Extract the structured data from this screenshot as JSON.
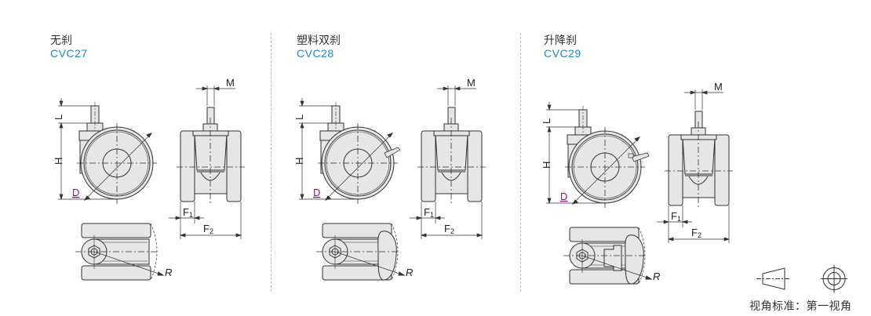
{
  "products": [
    {
      "title": "无刹",
      "code": "CVC27",
      "brake": "none"
    },
    {
      "title": "塑料双刹",
      "code": "CVC28",
      "brake": "plastic-double"
    },
    {
      "title": "升降刹",
      "code": "CVC29",
      "brake": "lift"
    }
  ],
  "dimension_labels": {
    "L": "L",
    "H": "H",
    "D": "D",
    "M": "M",
    "F1": "F",
    "F1_sub": "1",
    "F2": "F",
    "F2_sub": "2",
    "R": "R"
  },
  "projection": {
    "label": "视角标准：第一视角"
  },
  "colors": {
    "code_text": "#1e87c8",
    "title_text": "#333333",
    "D_label": "#8a1a7a",
    "part_fill": "#e6e6e6",
    "line": "#333333"
  }
}
